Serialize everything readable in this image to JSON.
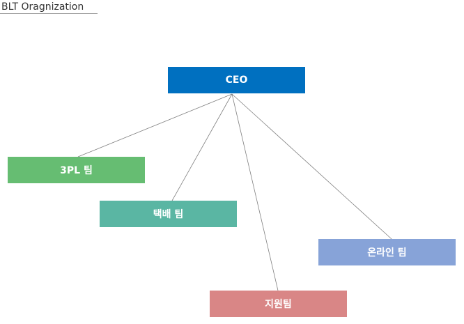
{
  "page": {
    "title": "BLT Oragnization"
  },
  "org_chart": {
    "root": {
      "label": "CEO",
      "color": "#0070c0"
    },
    "children": [
      {
        "label": "3PL 팀",
        "color": "#66bd72"
      },
      {
        "label": "택배 팀",
        "color": "#5ab6a3"
      },
      {
        "label": "지원팀",
        "color": "#d98686"
      },
      {
        "label": "온라인 팀",
        "color": "#87a3d8"
      }
    ]
  }
}
